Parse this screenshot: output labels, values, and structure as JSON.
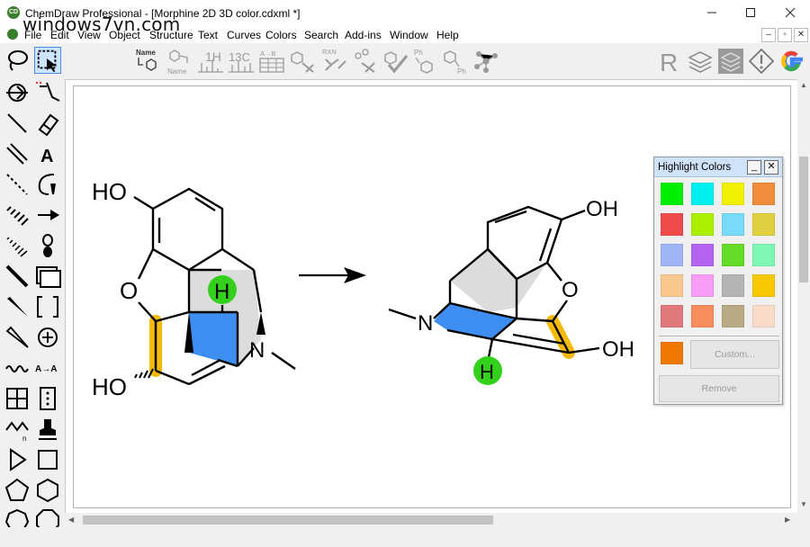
{
  "window": {
    "title": "ChemDraw Professional - [Morphine 2D 3D color.cdxml *]",
    "icon_label": "CD",
    "min_icon": "minimize-icon",
    "max_icon": "maximize-icon",
    "close_icon": "close-icon"
  },
  "watermark": "windows7vn.com",
  "menu": {
    "items": [
      "File",
      "Edit",
      "View",
      "Object",
      "Structure",
      "Text",
      "Curves",
      "Colors",
      "Search",
      "Add-ins",
      "Window",
      "Help"
    ]
  },
  "toolbar": {
    "name_label_top": "Name",
    "name_label": "Name",
    "h1_label": "1H",
    "c13_label": "13C",
    "atob_label": "A→B",
    "rxn_label": "RXN",
    "ph_label": "Ph",
    "ph2_label": "Ph",
    "r_label": "R"
  },
  "canvas": {
    "molecule_2d": {
      "labels": {
        "ho_top": "HO",
        "o_ring": "O",
        "ho_bottom": "HO",
        "n": "N",
        "h": "H"
      }
    },
    "molecule_3d": {
      "labels": {
        "oh_top": "OH",
        "o_ring": "O",
        "oh_right": "OH",
        "n": "N",
        "h": "H"
      }
    },
    "highlight_colors_used": {
      "blue": "#3d8ef0",
      "green": "#33d11c",
      "orange": "#f5b90a",
      "gray": "#d9d9d9"
    }
  },
  "highlight_panel": {
    "title": "Highlight Colors",
    "minimize_label": "_",
    "close_label": "✕",
    "swatches": [
      [
        "#00ee00",
        "#00f0f0",
        "#f0f000",
        "#f08c3c"
      ],
      [
        "#f04b4b",
        "#aaf000",
        "#78dcf8",
        "#e0d040"
      ],
      [
        "#a0b4f8",
        "#b464f0",
        "#64dc28",
        "#7cf8b4"
      ],
      [
        "#f8c88c",
        "#f89cf8",
        "#b4b4b4",
        "#f8c800"
      ],
      [
        "#e0787c",
        "#f88c5a",
        "#b8aa82",
        "#f8dcc8"
      ]
    ],
    "current_color": "#f07800",
    "custom_label": "Custom...",
    "remove_label": "Remove"
  }
}
